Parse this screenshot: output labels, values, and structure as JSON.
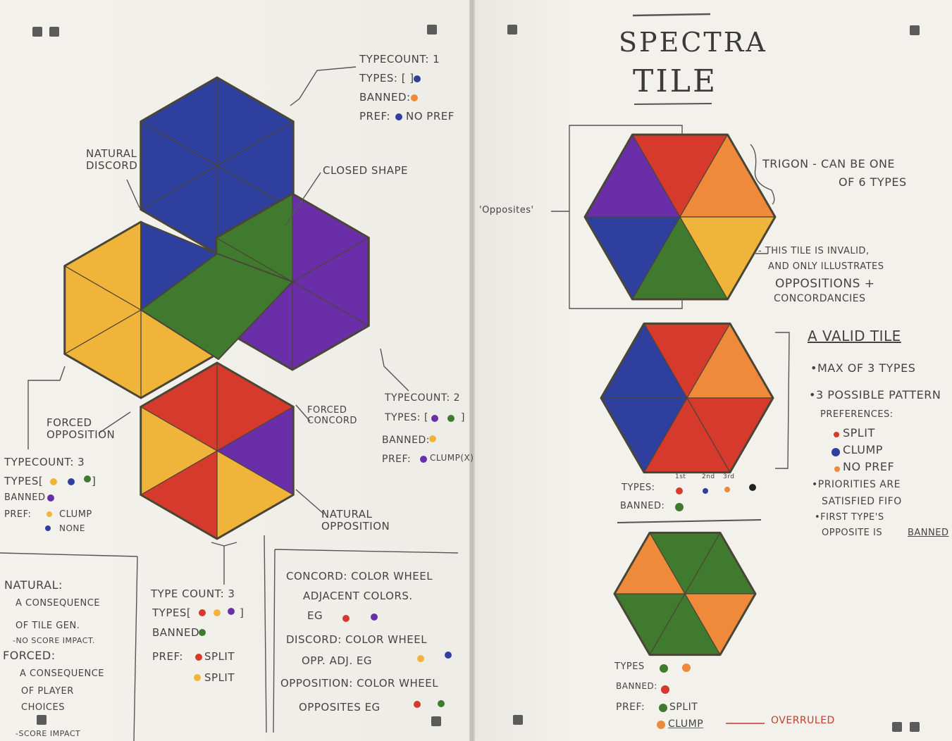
{
  "left": {
    "blue_hex_note": {
      "type_count": "TypeCount: 1",
      "types": "Types: [ ]",
      "banned": "Banned:",
      "pref": "Pref:",
      "pref_value": "No Pref"
    },
    "natural_discord": "Natural Discord",
    "closed_shape": "Closed Shape",
    "forced_opposition": "Forced Opposition",
    "forced_concord": "Forced Concord",
    "natural_opposition": "Natural Opposition",
    "yellow_hex_note": {
      "type_count": "TypeCount: 3",
      "types": "Types[",
      "types_close": "]",
      "banned": "Banned",
      "pref": "Pref:",
      "pref_1": "Clump",
      "pref_2": "None"
    },
    "purple_hex_note": {
      "type_count": "TypeCount: 2",
      "types": "Types: [",
      "types_close": "]",
      "banned": "Banned:",
      "pref": "Pref:",
      "pref_value": "Clump(x)"
    },
    "bottom_hex_note": {
      "type_count": "Type Count: 3",
      "types": "Types[",
      "types_close": "]",
      "banned": "Banned",
      "pref": "Pref:",
      "pref_1": "Split",
      "pref_2": "Split"
    },
    "legend_left": {
      "natural": "Natural:",
      "natural_1": "A consequence",
      "natural_2": "of tile gen.",
      "natural_3": "-No score impact.",
      "forced": "Forced:",
      "forced_1": "A consequence",
      "forced_2": "of player",
      "forced_3": "choices",
      "forced_4": "-Score impact"
    },
    "legend_right": {
      "concord": "Concord: Color wheel",
      "concord_2": "adjacent colors.",
      "concord_eg": "EG",
      "discord": "Discord: Color wheel",
      "discord_2": "opp. adj. EG",
      "opposition": "Opposition: Color wheel",
      "opposition_2": "opposites EG"
    }
  },
  "right": {
    "title_1": "Spectra",
    "title_2": "Tile",
    "opposites": "'Opposites'",
    "trigon_1": "Trigon - can be one",
    "trigon_2": "of 6 types",
    "invalid_1": "- This tile is invalid,",
    "invalid_2": "and only illustrates",
    "invalid_3": "Oppositions +",
    "invalid_4": "Concordancies",
    "valid_title": "A Valid Tile",
    "rule_1": "•Max of 3 types",
    "rule_2": "•3 possible pattern",
    "rule_2b": "preferences:",
    "pref_split": "Split",
    "pref_clump": "Clump",
    "pref_none": "No Pref",
    "rule_3": "•Priorities are",
    "rule_3b": "satisfied FIFO",
    "rule_4": "•First type's",
    "rule_4b": "opposite is",
    "rule_4c": "banned",
    "valid_types": "Types:",
    "ord_1": "1st",
    "ord_2": "2nd",
    "ord_3": "3rd",
    "valid_banned": "Banned:",
    "third_types": "Types",
    "third_banned": "Banned:",
    "third_pref": "Pref:",
    "third_split": "Split",
    "third_clump": "Clump",
    "overruled": "Overruled"
  },
  "colors": {
    "red": "#d63a2c",
    "orange": "#ee8a3a",
    "yellow": "#f1b43a",
    "green": "#3f7a2f",
    "blue": "#2f3f9e",
    "purple": "#6a2fa8"
  }
}
